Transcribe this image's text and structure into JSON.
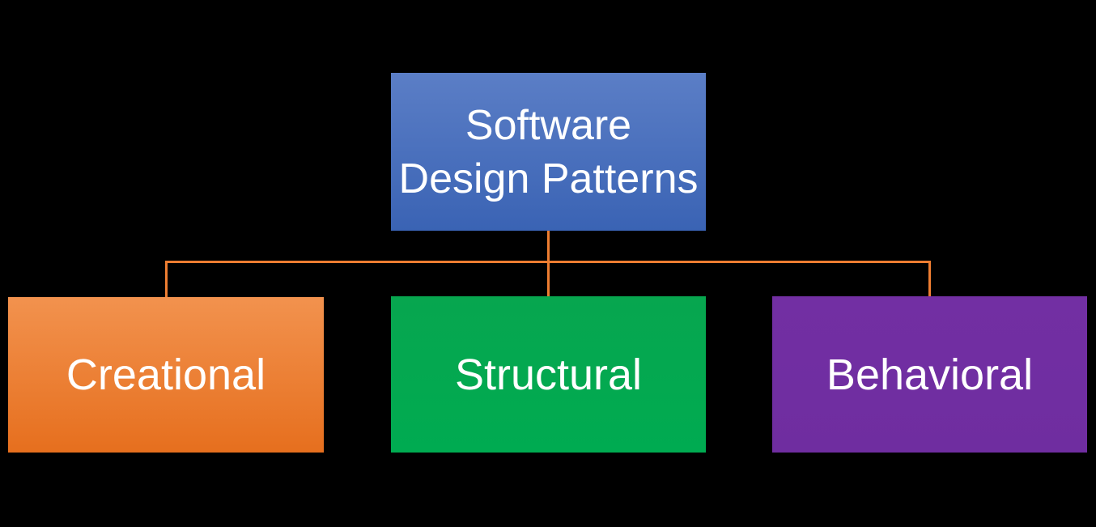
{
  "diagram": {
    "title": "Software Design Patterns",
    "background_color": "#000000",
    "connector_color": "#ed7d31",
    "root": {
      "id": "software-design-patterns",
      "label_line1": "Software",
      "label_line2": "Design Patterns",
      "fill_top": "#5b7ec6",
      "fill_bottom": "#3a63b4",
      "text_color": "#ffffff"
    },
    "children": [
      {
        "id": "creational",
        "label": "Creational",
        "fill_top": "#f2924e",
        "fill_bottom": "#e66f1e",
        "text_color": "#ffffff"
      },
      {
        "id": "structural",
        "label": "Structural",
        "fill_top": "#07a64f",
        "fill_bottom": "#00ab51",
        "text_color": "#ffffff"
      },
      {
        "id": "behavioral",
        "label": "Behavioral",
        "fill_top": "#722fa3",
        "fill_bottom": "#6f2da0",
        "text_color": "#ffffff"
      }
    ]
  }
}
